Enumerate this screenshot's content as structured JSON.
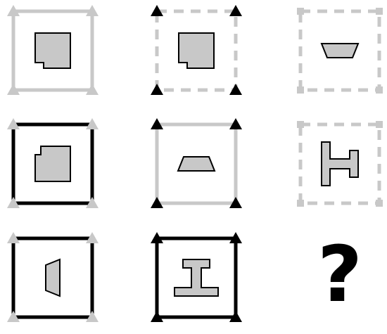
{
  "puzzle": {
    "question_mark": "?",
    "cells": [
      {
        "frame_style": "solid",
        "frame_color": "#c8c8c8",
        "corner_marker": "triangle",
        "marker_color": "#c8c8c8",
        "shape": "notched-square",
        "shape_rotation": 0
      },
      {
        "frame_style": "dashed",
        "frame_color": "#c8c8c8",
        "corner_marker": "triangle",
        "marker_color": "#000000",
        "shape": "notched-square",
        "shape_rotation": 0
      },
      {
        "frame_style": "dashed",
        "frame_color": "#c8c8c8",
        "corner_marker": "square",
        "marker_color": "#c8c8c8",
        "shape": "trapezoid",
        "shape_rotation": 180
      },
      {
        "frame_style": "solid",
        "frame_color": "#000000",
        "corner_marker": "triangle",
        "marker_color": "#c8c8c8",
        "shape": "notched-square",
        "shape_rotation": 90
      },
      {
        "frame_style": "solid",
        "frame_color": "#c8c8c8",
        "corner_marker": "triangle",
        "marker_color": "#000000",
        "shape": "trapezoid",
        "shape_rotation": 0
      },
      {
        "frame_style": "dashed",
        "frame_color": "#c8c8c8",
        "corner_marker": "square",
        "marker_color": "#c8c8c8",
        "shape": "i-beam",
        "shape_rotation": 90
      },
      {
        "frame_style": "solid",
        "frame_color": "#000000",
        "corner_marker": "triangle",
        "marker_color": "#c8c8c8",
        "shape": "trapezoid",
        "shape_rotation": 270
      },
      {
        "frame_style": "solid",
        "frame_color": "#000000",
        "corner_marker": "triangle",
        "marker_color": "#000000",
        "shape": "i-beam",
        "shape_rotation": 0
      },
      {
        "missing": true
      }
    ],
    "colors": {
      "shape_fill": "#c8c8c8",
      "shape_stroke": "#000000"
    }
  }
}
